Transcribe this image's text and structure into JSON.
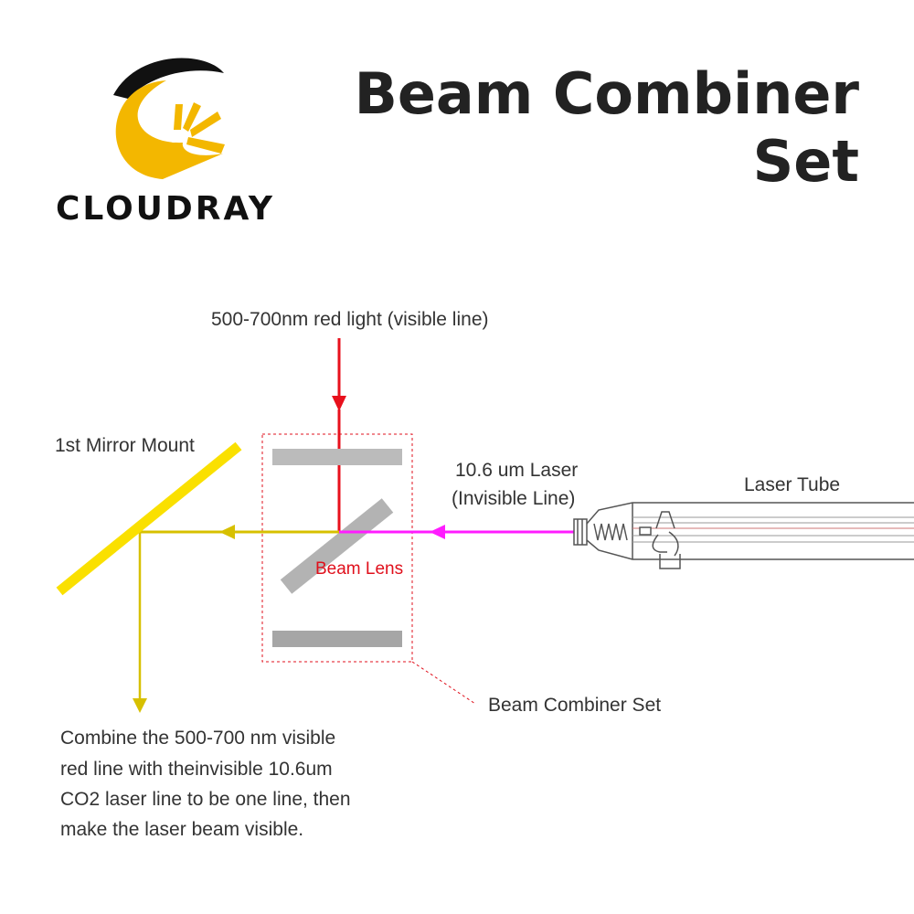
{
  "brand": {
    "name": "CLOUDRAY",
    "logo_icon": "cloudray-crescent-logo",
    "colors": {
      "black": "#111111",
      "gold": "#f3b700"
    }
  },
  "title": {
    "line1": "Beam Combiner",
    "line2": "Set"
  },
  "labels": {
    "red_light": "500-700nm red light (visible line)",
    "mirror_mount": "1st Mirror Mount",
    "laser_line1": "10.6 um Laser",
    "laser_line2": "(Invisible Line)",
    "laser_tube": "Laser Tube",
    "beam_lens": "Beam Lens",
    "combiner_set": "Beam Combiner Set"
  },
  "description": {
    "lines": [
      "Combine the 500-700 nm visible",
      "red line with theinvisible 10.6um",
      "CO2 laser line to be one line, then",
      "make the laser beam visible."
    ]
  },
  "colors": {
    "red_beam": "#e8101c",
    "laser_beam": "#ff1cff",
    "combined_beam": "#d7c000",
    "mirror": "#fae000",
    "lens_gray": "#b3b3b3",
    "plate_top": "#bbbbbb",
    "plate_bottom": "#a6a6a6",
    "dashed_box": "#e0101c",
    "tube_lines": "#555555"
  }
}
